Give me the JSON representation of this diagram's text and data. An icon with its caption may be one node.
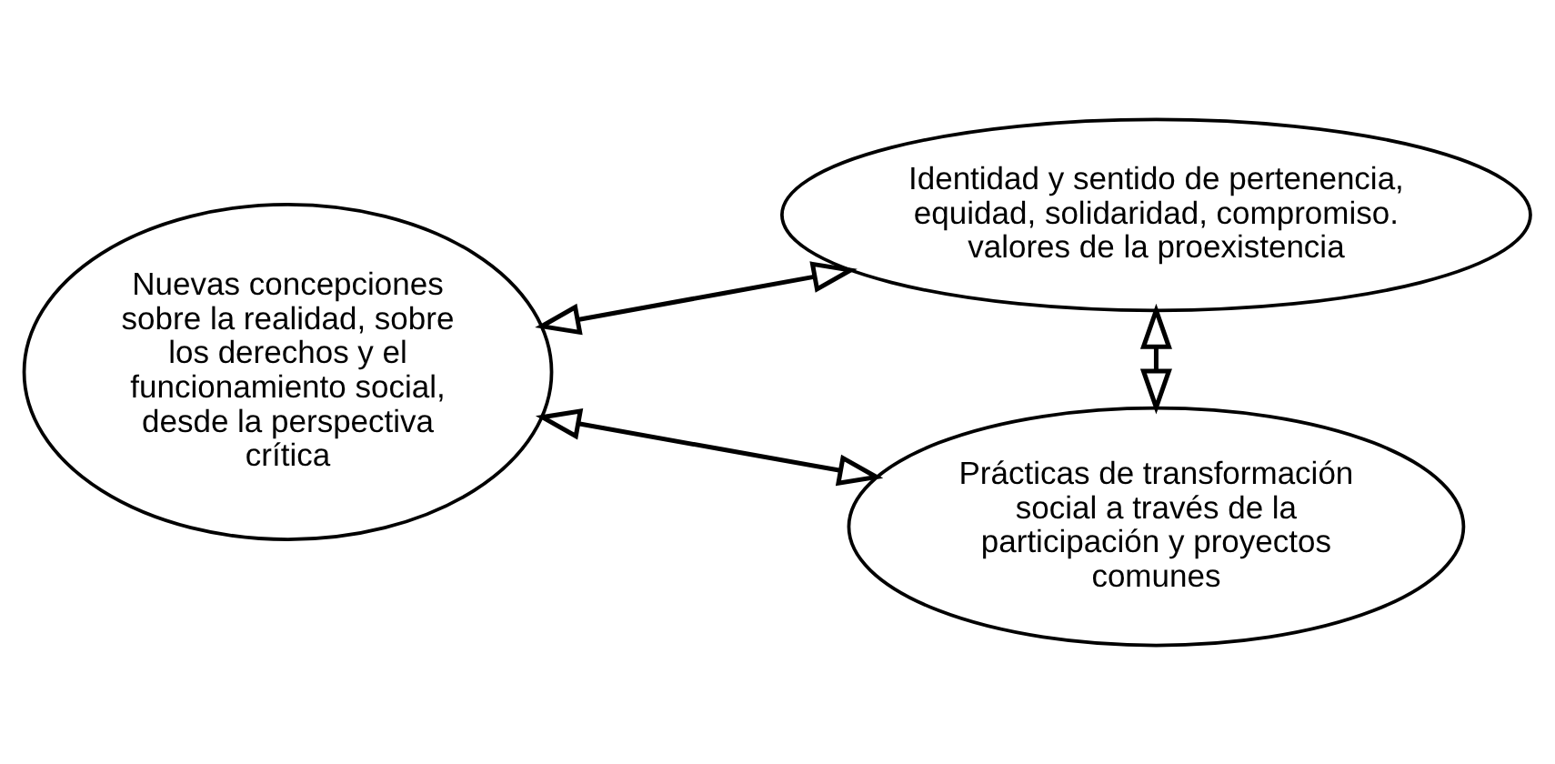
{
  "diagram": {
    "nodes": [
      {
        "text": [
          "Nuevas concepciones sobre la realidad, sobre los derechos y el funcionamiento social, desde la perspectiva crítica"
        ]
      },
      {
        "text": [
          "Identidad y sentido de pertenencia, equidad, solidaridad, compromiso. valores de la proexistencia"
        ]
      },
      {
        "text": [
          "Prácticas de transformación social a través de la participación y proyectos comunes"
        ]
      }
    ],
    "edges": [
      {
        "from": 0,
        "to": 1,
        "arrow": "both"
      },
      {
        "from": 1,
        "to": 2,
        "arrow": "both"
      },
      {
        "from": 0,
        "to": 2,
        "arrow": "both"
      }
    ]
  }
}
